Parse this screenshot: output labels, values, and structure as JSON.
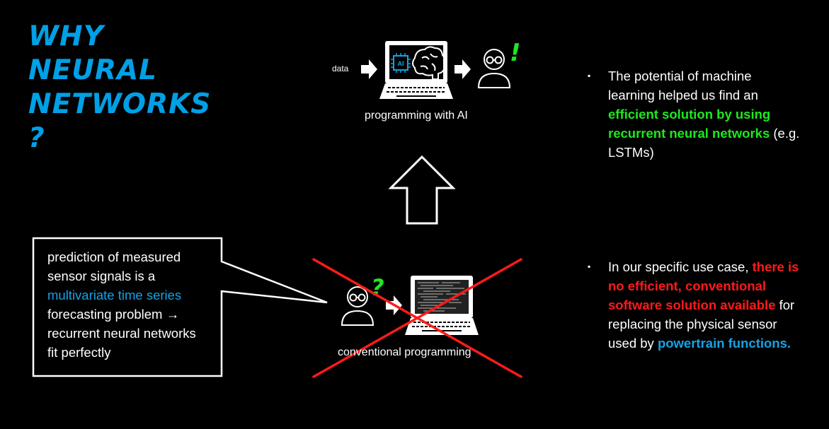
{
  "slide": {
    "title_lines": [
      "WHY",
      "NEURAL",
      "NETWORKS",
      "?"
    ],
    "colors": {
      "title": "#00a0e6",
      "green": "#1ee81e",
      "red": "#ff1a1a",
      "blue": "#14a3e6",
      "background": "#000000"
    }
  },
  "ai_diagram": {
    "input_label": "data",
    "caption": "programming with AI",
    "chip_label": "AI",
    "reaction_mark": "!",
    "icons": [
      "arrow-right-icon",
      "laptop-icon",
      "ai-chip-icon",
      "brain-icon",
      "person-with-glasses-icon"
    ]
  },
  "transition": {
    "icon": "up-arrow-icon"
  },
  "conventional_diagram": {
    "caption": "conventional programming",
    "reaction_mark": "?",
    "status": "crossed-out",
    "icons": [
      "person-with-glasses-icon",
      "arrow-right-icon",
      "laptop-with-code-icon",
      "red-cross-icon"
    ]
  },
  "callout": {
    "line1": "prediction of measured",
    "line2": "sensor signals is a",
    "highlight": "multivariate time series",
    "line4": "forecasting problem →",
    "line5": "recurrent neural networks",
    "line6": "fit perfectly"
  },
  "bullets": [
    {
      "marker": "▪",
      "text_start": "The potential of machine learning helped us find an",
      "highlight": "efficient solution by using recurrent neural networks",
      "text_end": "(e.g. LSTMs)"
    },
    {
      "marker": "▪",
      "text_start": "In our specific use case,",
      "highlight": "there is no efficient, conventional software solution available",
      "text_mid": "for replacing the physical sensor used by",
      "highlight2": "powertrain functions."
    }
  ]
}
